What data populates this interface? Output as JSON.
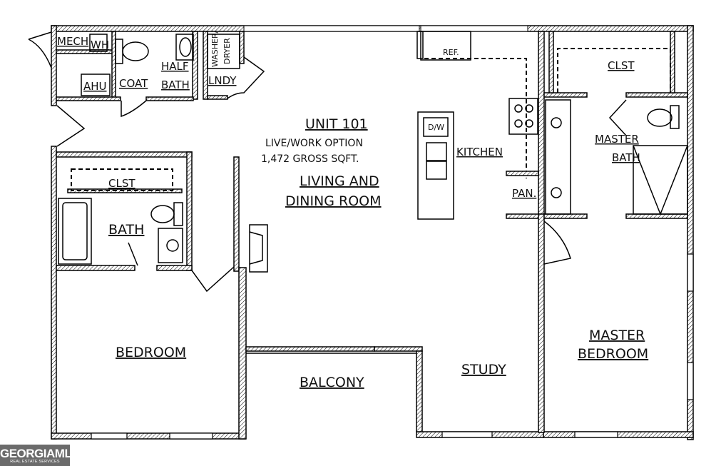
{
  "plan": {
    "unit": {
      "name": "UNIT 101",
      "option": "LIVE/WORK OPTION",
      "area": "1,472 GROSS SQFT."
    },
    "rooms": {
      "mech": "MECH",
      "wh": "WH",
      "ahu": "AHU",
      "coat": "COAT",
      "half_bath_1": "HALF",
      "half_bath_2": "BATH",
      "washer_dryer_1": "WASHER/",
      "washer_dryer_2": "DRYER",
      "laundry": "LNDY",
      "ref": "REF.",
      "dw": "D/W",
      "kitchen": "KITCHEN",
      "pantry": "PAN.",
      "living_1": "LIVING AND",
      "living_2": "DINING ROOM",
      "master_closet": "CLST",
      "master_bath_1": "MASTER",
      "master_bath_2": "BATH",
      "closet": "CLST",
      "bath": "BATH",
      "bedroom": "BEDROOM",
      "balcony": "BALCONY",
      "study": "STUDY",
      "master_bedroom_1": "MASTER",
      "master_bedroom_2": "BEDROOM"
    }
  },
  "watermark": {
    "brand": "GEORGIAMLS",
    "tagline": "REAL ESTATE SERVICES"
  }
}
